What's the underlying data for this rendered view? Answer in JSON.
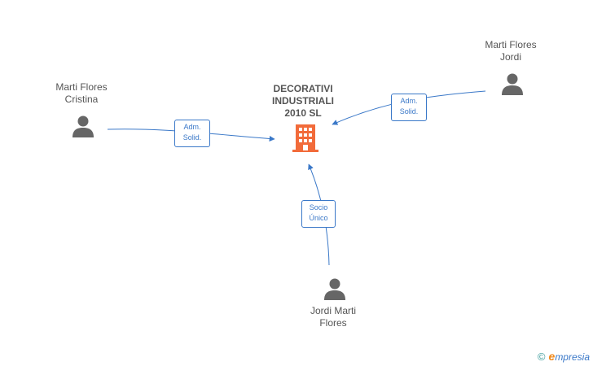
{
  "company": {
    "name_line1": "DECORATIVI",
    "name_line2": "INDUSTRIALI",
    "name_line3": "2010 SL",
    "color": "#f26b3a"
  },
  "persons": [
    {
      "line1": "Marti Flores",
      "line2": "Cristina"
    },
    {
      "line1": "Marti Flores",
      "line2": "Jordi"
    },
    {
      "line1": "Jordi Marti",
      "line2": "Flores"
    }
  ],
  "relations": [
    {
      "line1": "Adm.",
      "line2": "Solid."
    },
    {
      "line1": "Adm.",
      "line2": "Solid."
    },
    {
      "line1": "Socio",
      "line2": "Único"
    }
  ],
  "footer": {
    "copyright": "©",
    "brand_initial": "e",
    "brand_rest": "mpresia"
  },
  "colors": {
    "edge": "#3a78c8",
    "person_icon": "#666666",
    "text": "#555555"
  }
}
